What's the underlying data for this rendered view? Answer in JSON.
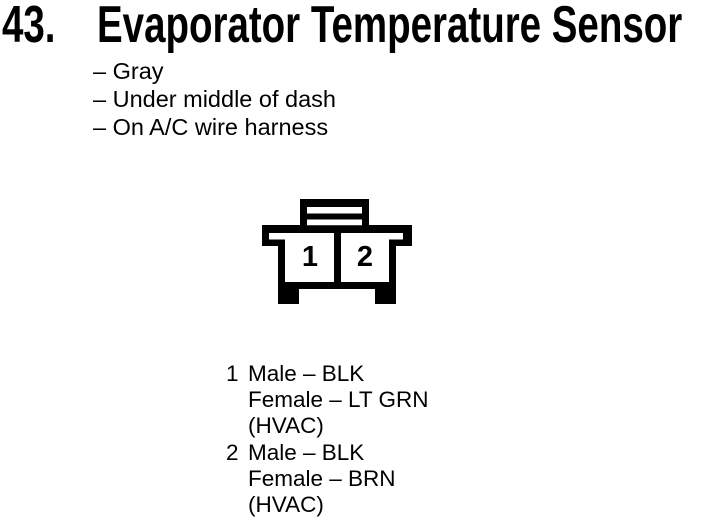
{
  "colors": {
    "background": "#ffffff",
    "ink": "#000000"
  },
  "header": {
    "number": "43.",
    "title": "Evaporator Temperature Sensor"
  },
  "attributes": [
    "– Gray",
    "– Under middle of dash",
    "– On A/C wire harness"
  ],
  "connector": {
    "cavity_labels": [
      "1",
      "2"
    ]
  },
  "pins": [
    {
      "number": "1",
      "lines": [
        "Male – BLK",
        "Female – LT GRN",
        "(HVAC)"
      ]
    },
    {
      "number": "2",
      "lines": [
        "Male – BLK",
        "Female – BRN",
        "(HVAC)"
      ]
    }
  ]
}
